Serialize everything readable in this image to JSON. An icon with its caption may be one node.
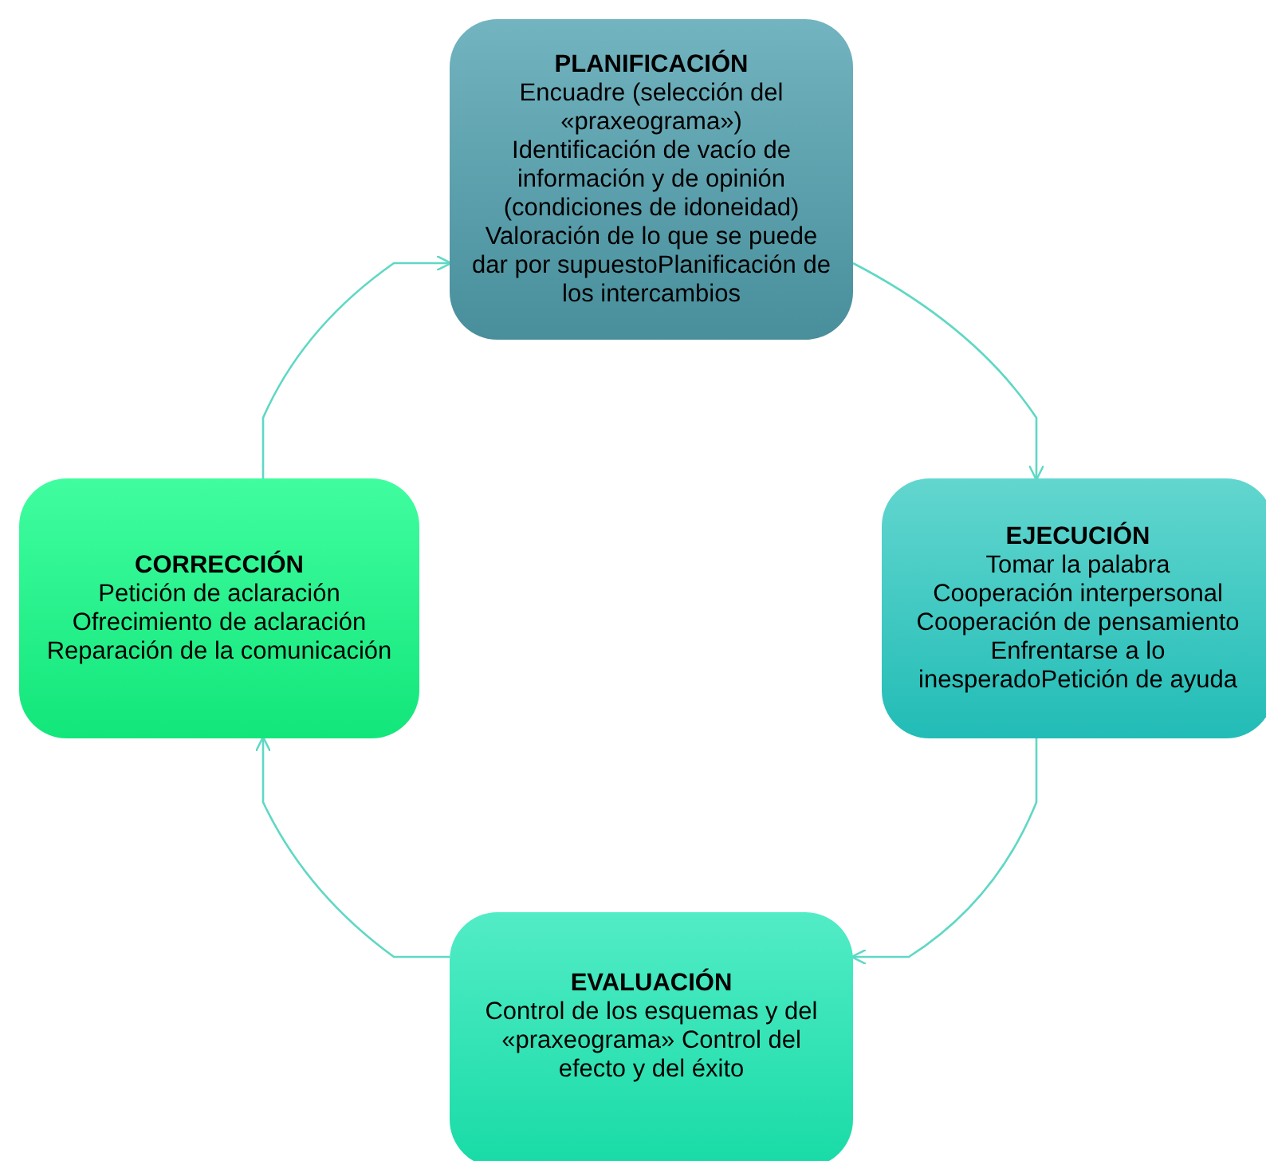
{
  "diagram": {
    "nodes": [
      {
        "text": [
          "PLANIFICACIÓN",
          "Encuadre (selección del «praxeograma»)",
          "Identificación de vacío de información y de opinión (condiciones de idoneidad)",
          "Valoración de lo que se puede dar por supuestoPlanificación de los intercambios"
        ]
      },
      {
        "text": [
          "EJECUCIÓN",
          "Tomar la palabra",
          "Cooperación interpersonal",
          "Cooperación de pensamiento",
          "Enfrentarse a lo inesperadoPetición de ayuda"
        ]
      },
      {
        "text": [
          "EVALUACIÓN",
          "Control de los esquemas y del «praxeograma» Control del efecto y del éxito"
        ]
      },
      {
        "text": [
          "CORRECCIÓN",
          "Petición de aclaración",
          "Ofrecimiento de aclaración",
          "Reparación de la comunicación"
        ]
      }
    ],
    "edges": [
      {
        "from": 0,
        "to": 1,
        "arrow": "to"
      },
      {
        "from": 1,
        "to": 2,
        "arrow": "to"
      },
      {
        "from": 2,
        "to": 3,
        "arrow": "to"
      },
      {
        "from": 3,
        "to": 0,
        "arrow": "to"
      }
    ]
  }
}
